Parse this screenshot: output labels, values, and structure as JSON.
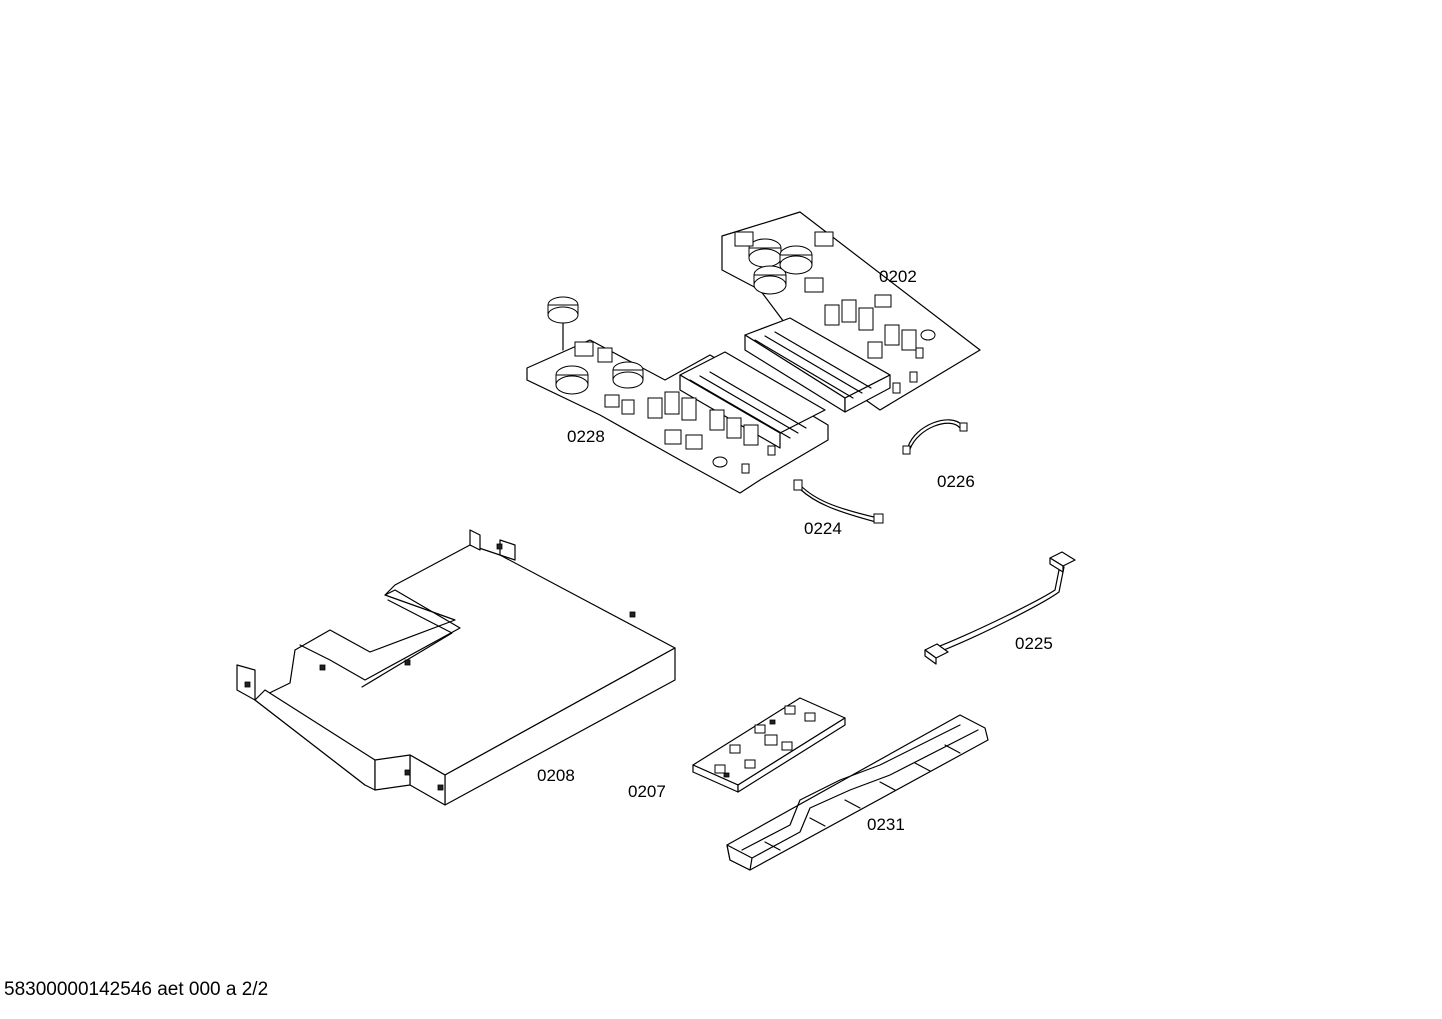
{
  "parts": [
    {
      "id": "0202",
      "label": "0202"
    },
    {
      "id": "0228",
      "label": "0228"
    },
    {
      "id": "0226",
      "label": "0226"
    },
    {
      "id": "0224",
      "label": "0224"
    },
    {
      "id": "0225",
      "label": "0225"
    },
    {
      "id": "0208",
      "label": "0208"
    },
    {
      "id": "0207",
      "label": "0207"
    },
    {
      "id": "0231",
      "label": "0231"
    }
  ],
  "footer": "58300000142546 aet 000 a 2/2"
}
